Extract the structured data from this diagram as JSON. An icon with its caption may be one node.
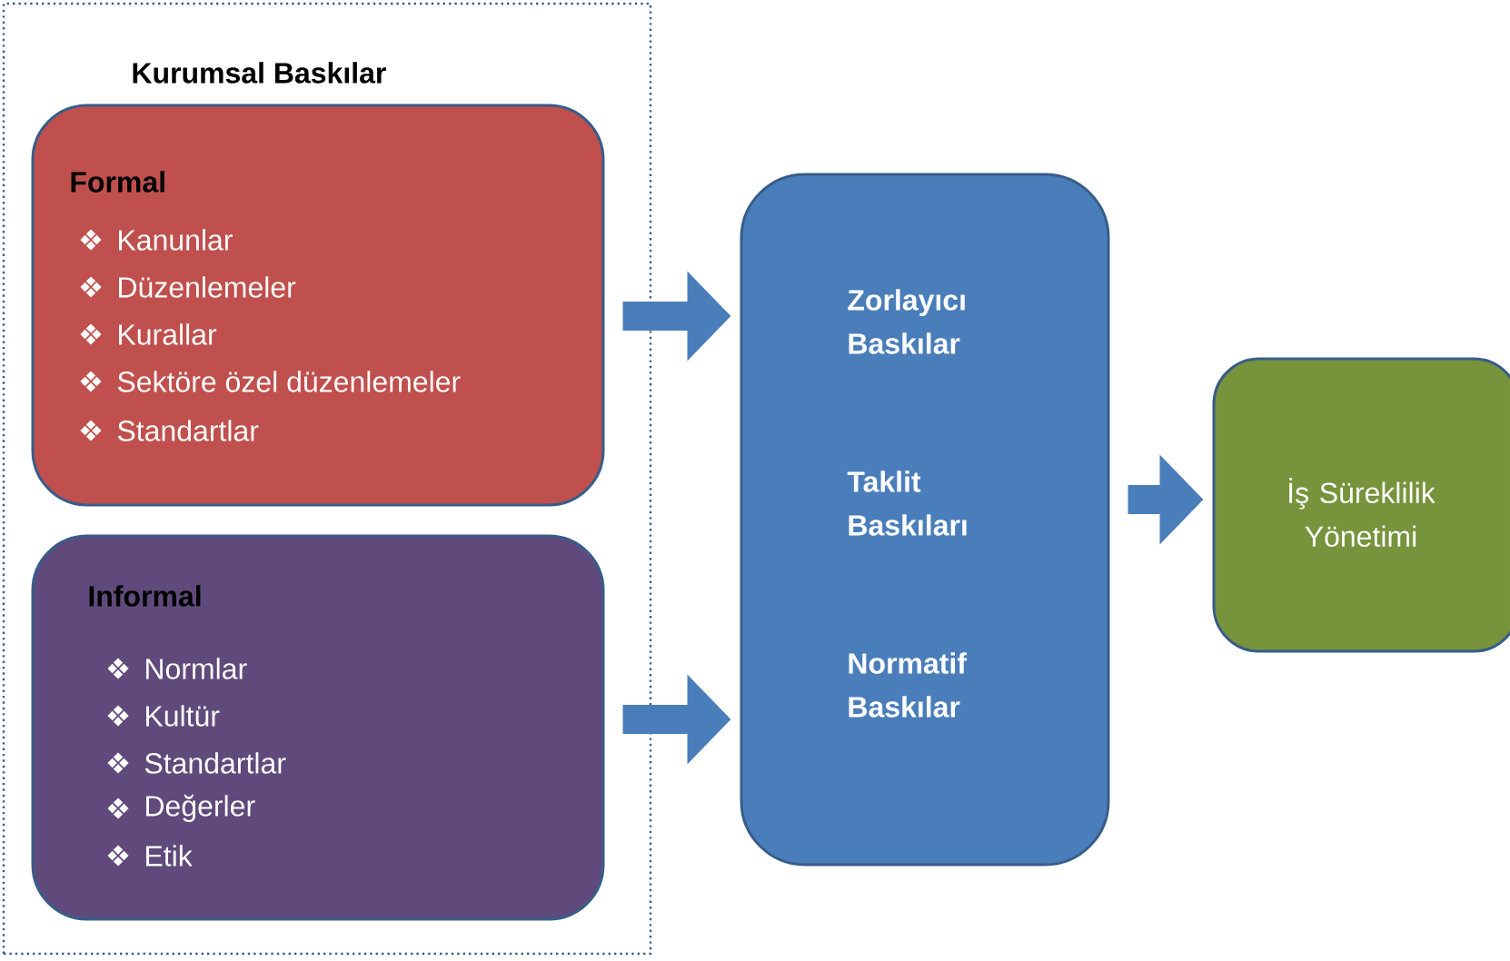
{
  "diagram": {
    "nodes": [
      {
        "text": [
          "Kurumsal Baskılar"
        ]
      },
      {
        "text": [
          "Formal",
          "Kanunlar",
          "Düzenlemeler",
          "Kurallar",
          "Sektöre özel düzenlemeler",
          "Standartlar"
        ],
        "in": 0
      },
      {
        "text": [
          "Informal",
          "Normlar",
          "Kultür",
          "Standartlar",
          "Değerler",
          "Etik"
        ],
        "in": 0
      },
      {
        "text": [
          "Zorlayıcı Baskılar",
          "Taklit Baskıları",
          "Normatif Baskılar"
        ]
      },
      {
        "text": [
          "İş Süreklilik Yönetimi"
        ]
      }
    ],
    "edges": [
      {
        "from": 1,
        "to": 3,
        "arrow": "to"
      },
      {
        "from": 2,
        "to": 3,
        "arrow": "to"
      },
      {
        "from": 3,
        "to": 4,
        "arrow": "to"
      }
    ]
  }
}
